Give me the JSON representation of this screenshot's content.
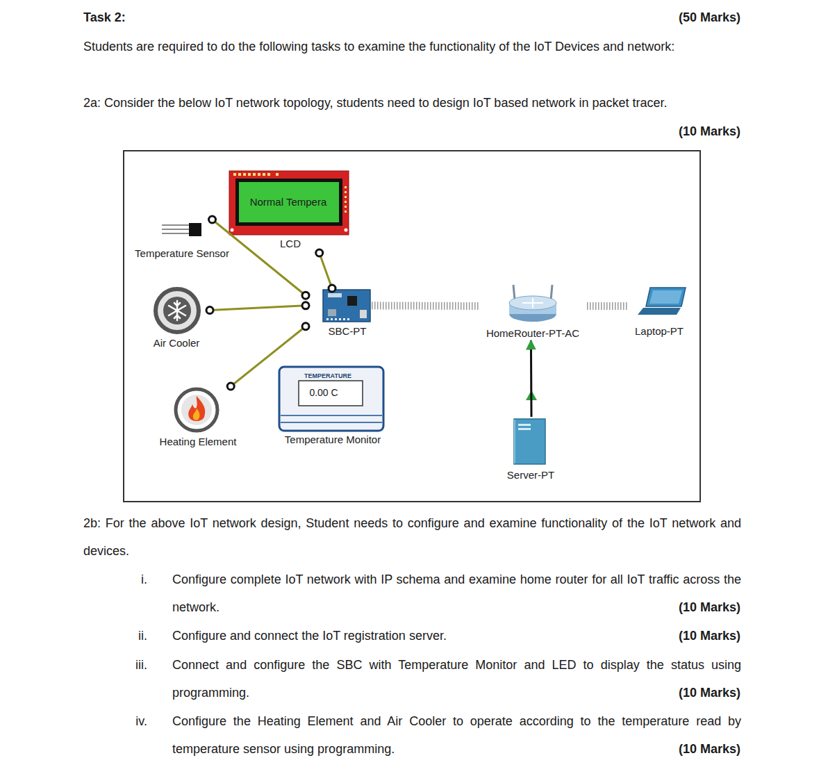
{
  "diagram": {
    "title": "Task 2:",
    "nodes": [
      {
        "text": [
          "Normal Tempera",
          "LCD"
        ]
      },
      {
        "text": [
          "Temperature Sensor"
        ]
      },
      {
        "text": [
          "Air Cooler"
        ]
      },
      {
        "text": [
          "SBC-PT"
        ]
      },
      {
        "text": [
          "HomeRouter-PT-AC"
        ]
      },
      {
        "text": [
          "Laptop-PT"
        ]
      },
      {
        "text": [
          "Heating Element"
        ]
      },
      {
        "text": [
          "TEMPERATURE",
          "0.00 C",
          "Temperature Monitor"
        ]
      },
      {
        "text": [
          "Server-PT"
        ]
      }
    ],
    "edges": [
      {
        "from": 1,
        "to": 3,
        "arrow": "none"
      },
      {
        "from": 0,
        "to": 3,
        "arrow": "none"
      },
      {
        "from": 2,
        "to": 3,
        "arrow": "none"
      },
      {
        "from": 6,
        "to": 3,
        "arrow": "none"
      },
      {
        "from": 3,
        "to": 4,
        "arrow": "none"
      },
      {
        "from": 4,
        "to": 5,
        "arrow": "none"
      },
      {
        "from": 8,
        "to": 4,
        "arrow": "to"
      }
    ],
    "labels": [
      "(50 Marks)",
      "Students are required to do the following tasks to examine the functionality of the IoT Devices and network:",
      "2a: Consider the below IoT network topology, students need to design IoT based network in packet tracer.",
      "(10 Marks)",
      "2b: For the above IoT network design, Student needs to configure and examine functionality of the IoT network and devices.",
      "i.",
      "Configure complete IoT network with IP schema and examine home router for all IoT traffic across the network.",
      "(10 Marks)",
      "ii.",
      "Configure and connect the IoT registration server.",
      "(10 Marks)",
      "iii.",
      "Connect and configure the SBC with Temperature Monitor and LED to display the status using programming.",
      "(10 Marks)",
      "iv.",
      "Configure the Heating Element and Air Cooler to operate according to the temperature read by temperature sensor using programming.",
      "(10 Marks)"
    ]
  }
}
